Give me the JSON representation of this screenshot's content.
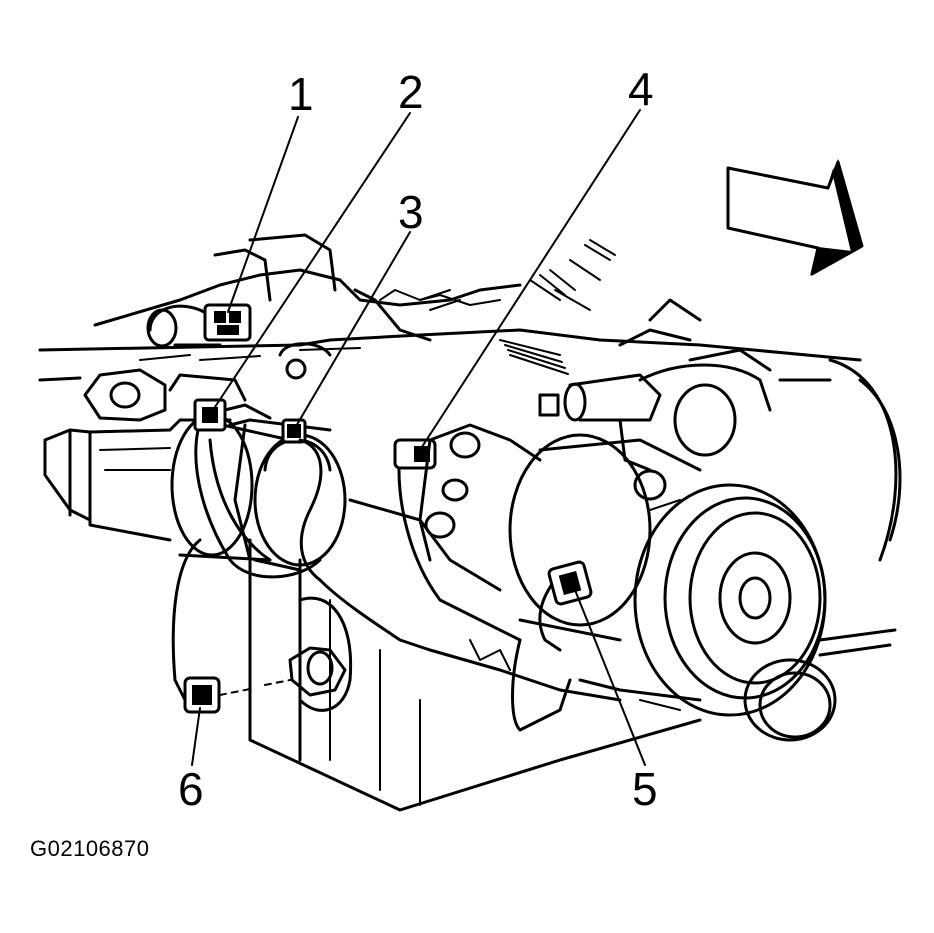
{
  "figure": {
    "id_label": "G02106870",
    "callouts": [
      {
        "number": "1"
      },
      {
        "number": "2"
      },
      {
        "number": "3"
      },
      {
        "number": "4"
      },
      {
        "number": "5"
      },
      {
        "number": "6"
      }
    ],
    "icons": [
      "front-direction-arrow-icon"
    ],
    "colors": {
      "ink": "#000000",
      "paper": "#ffffff"
    }
  }
}
